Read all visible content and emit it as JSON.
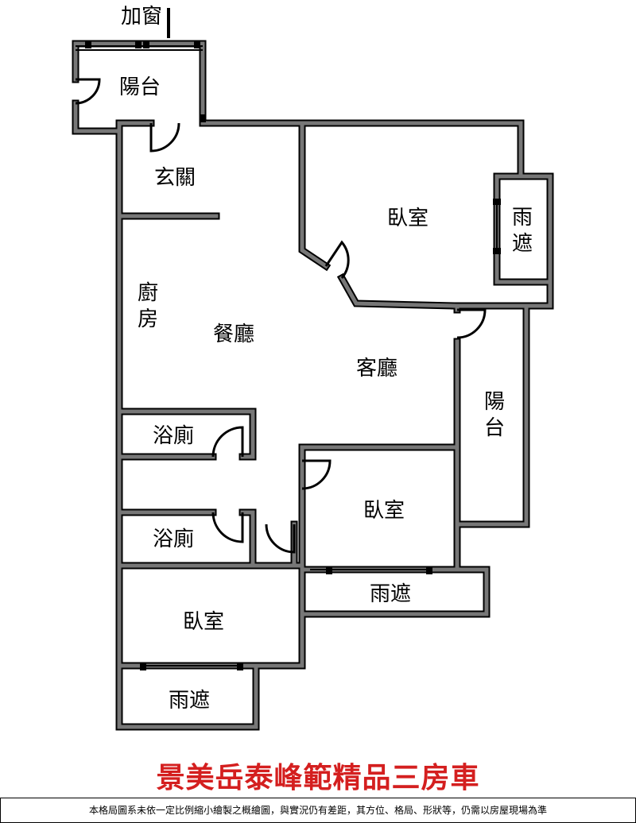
{
  "labels": {
    "add_window": "加窗",
    "balcony_top": "陽台",
    "entrance": "玄關",
    "bedroom_main": "臥室",
    "canopy_right": "雨遮",
    "kitchen": "廚房",
    "dining": "餐廳",
    "living": "客廳",
    "balcony_right": "陽台",
    "bath_1": "浴廁",
    "bath_2": "浴廁",
    "bedroom_mid": "臥室",
    "canopy_mid": "雨遮",
    "bedroom_bottom": "臥室",
    "canopy_bottom": "雨遮"
  },
  "title": "景美岳泰峰範精品三房車",
  "disclaimer": "本格局圖系未依一定比例縮小繪製之概繪圖，與實況仍有差距，其方位、格局、形狀等，仍需以房屋現場為準",
  "colors": {
    "wall_fill": "#777777",
    "wall_outline": "#000000",
    "title": "#d41f1f"
  }
}
